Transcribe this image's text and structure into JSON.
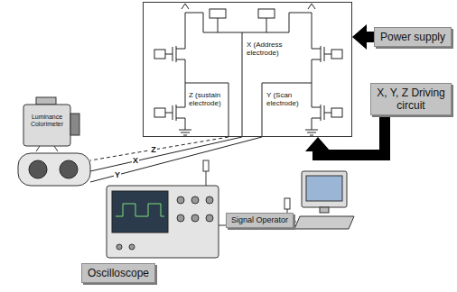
{
  "diagram": {
    "nodes": [
      {
        "text": [
          "X (Address electrode)",
          "Z (sustain electrode)",
          "Y (Scan electrode)"
        ]
      },
      {
        "text": [
          "Power supply"
        ]
      },
      {
        "text": [
          "X, Y, Z Driving circuit"
        ]
      },
      {
        "text": [
          "Signal Operator"
        ]
      },
      {
        "text": [
          "Oscilloscope"
        ]
      }
    ],
    "edges": [
      {
        "from": 1,
        "to": 0,
        "arrow": "to"
      },
      {
        "from": 2,
        "to": 0,
        "arrow": "to"
      }
    ],
    "labels": [
      "Luminance Colorimeter",
      "Z",
      "Y",
      "X"
    ]
  }
}
